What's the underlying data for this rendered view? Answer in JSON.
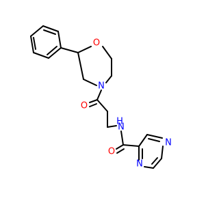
{
  "molecule": {
    "atoms": {
      "o_ring": {
        "symbol": "O",
        "color": "#ff0000"
      },
      "n_ring": {
        "symbol": "N",
        "color": "#0000ff"
      },
      "o_carbonyl_top": {
        "symbol": "O",
        "color": "#ff0000"
      },
      "nh_amide": {
        "symbol": "H",
        "color": "#0000ff"
      },
      "n_amide": {
        "symbol": "N",
        "color": "#0000ff"
      },
      "o_carbonyl_bottom": {
        "symbol": "O",
        "color": "#ff0000"
      },
      "n_pyrazine_right": {
        "symbol": "N",
        "color": "#0000ff"
      },
      "n_pyrazine_left": {
        "symbol": "N",
        "color": "#0000ff"
      }
    }
  }
}
